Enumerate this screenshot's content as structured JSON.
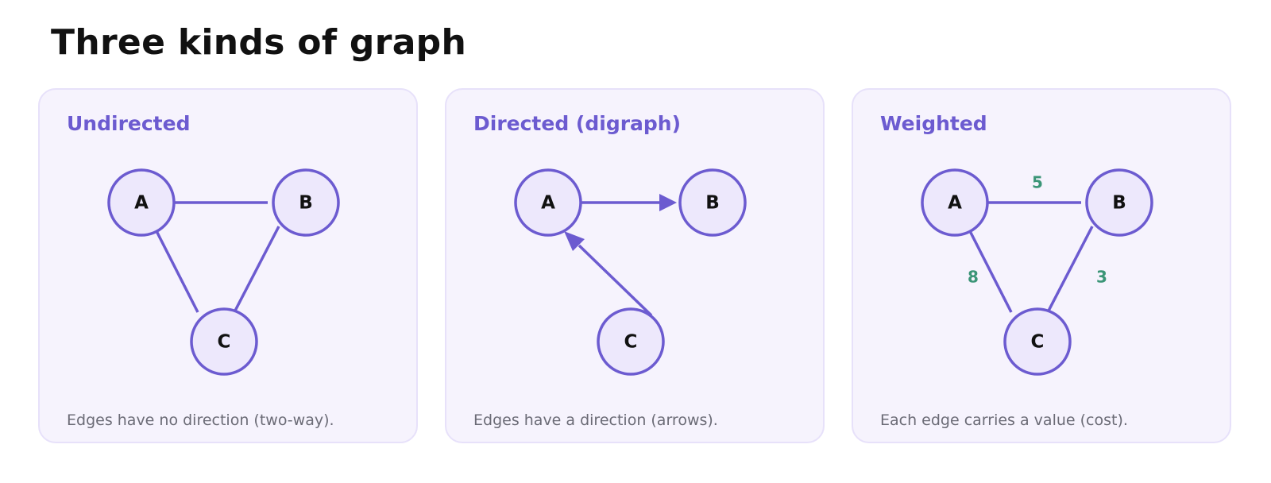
{
  "title": "Three kinds of graph",
  "colors": {
    "accent": "#6c5bd0",
    "node_fill": "#ede8fc",
    "panel_bg": "#f6f3fd",
    "weight_text": "#3b9577",
    "caption_text": "#6b6b76"
  },
  "panels": [
    {
      "title": "Undirected",
      "caption": "Edges have no direction (two-way).",
      "nodes": [
        "A",
        "B",
        "C"
      ],
      "edges": [
        {
          "from": "A",
          "to": "B"
        },
        {
          "from": "A",
          "to": "C"
        },
        {
          "from": "B",
          "to": "C"
        }
      ]
    },
    {
      "title": "Directed (digraph)",
      "caption": "Edges have a direction (arrows).",
      "nodes": [
        "A",
        "B",
        "C"
      ],
      "edges": [
        {
          "from": "A",
          "to": "B",
          "directed": true
        },
        {
          "from": "C",
          "to": "A",
          "directed": true
        }
      ]
    },
    {
      "title": "Weighted",
      "caption": "Each edge carries a value (cost).",
      "nodes": [
        "A",
        "B",
        "C"
      ],
      "edges": [
        {
          "from": "A",
          "to": "B",
          "weight": "5"
        },
        {
          "from": "A",
          "to": "C",
          "weight": "8"
        },
        {
          "from": "B",
          "to": "C",
          "weight": "3"
        }
      ]
    }
  ]
}
